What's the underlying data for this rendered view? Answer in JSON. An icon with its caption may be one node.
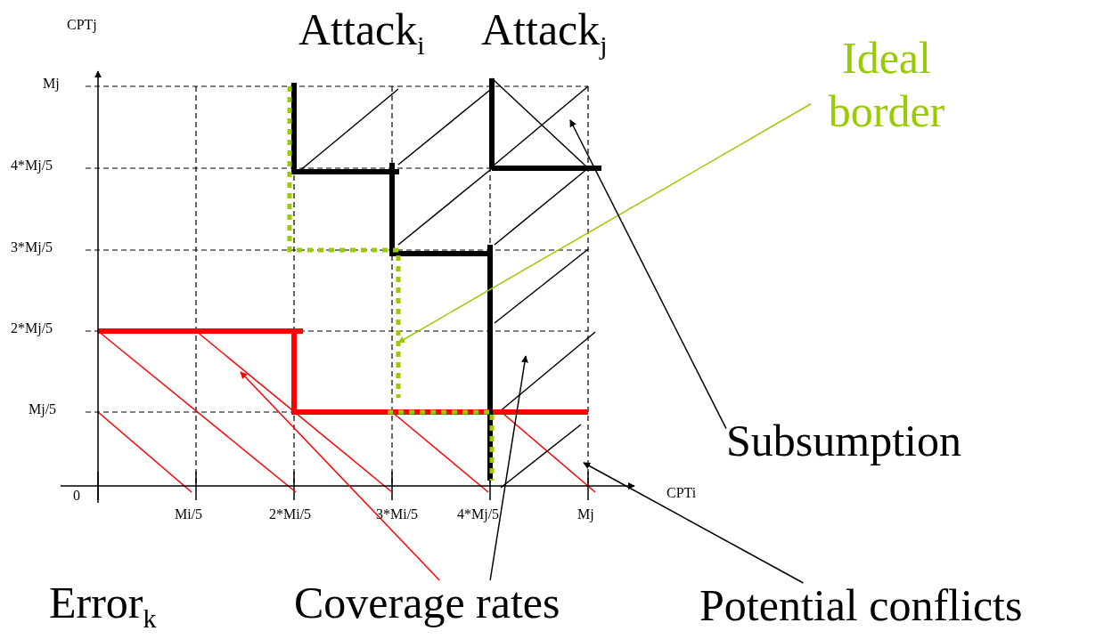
{
  "diagram": {
    "nodes": [
      {
        "text": [
          "Ideal border"
        ]
      },
      {
        "text": [
          "Subsumption"
        ]
      },
      {
        "text": [
          "Error$_{k}$"
        ]
      },
      {
        "text": [
          "Coverage rates"
        ]
      },
      {
        "text": [
          "Potential conflicts"
        ]
      }
    ],
    "edges": [
      {
        "from": 0,
        "to": null,
        "arrow": "to",
        "color": "#99cc00"
      },
      {
        "from": 1,
        "to": null,
        "arrow": "to"
      },
      {
        "from": 3,
        "to": null,
        "arrow": "to",
        "color": "#ff0000"
      },
      {
        "from": 3,
        "to": null,
        "arrow": "to"
      },
      {
        "from": 4,
        "to": null,
        "arrow": "to"
      }
    ],
    "labels": [
      "CPTj",
      "Attack$_{i}$",
      "Attack$_{j}$",
      "Mj",
      "4*Mj/5",
      "3*Mj/5",
      "2*Mj/5",
      "Mj/5",
      "0",
      "CPTi",
      "Mi/5",
      "2*Mi/5",
      "3*Mi/5",
      "4*Mj/5",
      "Mj"
    ]
  }
}
